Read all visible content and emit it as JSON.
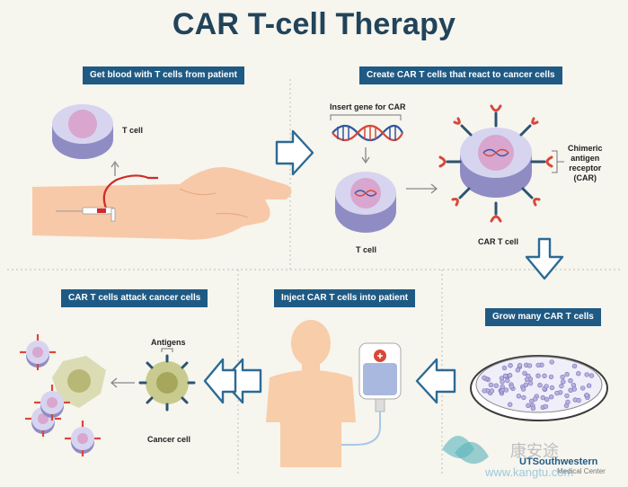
{
  "title": "CAR T-cell Therapy",
  "steps": {
    "step1": "Get blood with T cells from patient",
    "step2": "Create CAR T cells that react to cancer cells",
    "step3": "Grow many CAR T cells",
    "step4": "Inject CAR T cells into patient",
    "step5": "CAR T cells attack cancer cells"
  },
  "labels": {
    "t_cell_top": "T cell",
    "insert_gene": "Insert gene for CAR",
    "t_cell_mid": "T cell",
    "car_receptor": "Chimeric\nantigen\nreceptor\n(CAR)",
    "car_t_cell": "CAR T cell",
    "antigens": "Antigens",
    "cancer_cell": "Cancer cell"
  },
  "watermark": {
    "brand": "UTSouthwestern",
    "sub": "Medical Center",
    "site": "www.kangtu.com",
    "cn": "康安途"
  },
  "colors": {
    "label_bg": "#1f5a84",
    "title": "#22445a",
    "arrow_stroke": "#2c6a94",
    "receptor": "#d9473a",
    "cell_violet": "#c7c4e4",
    "nucleus": "#d8a6cf",
    "cancer": "#c9ca8e"
  }
}
